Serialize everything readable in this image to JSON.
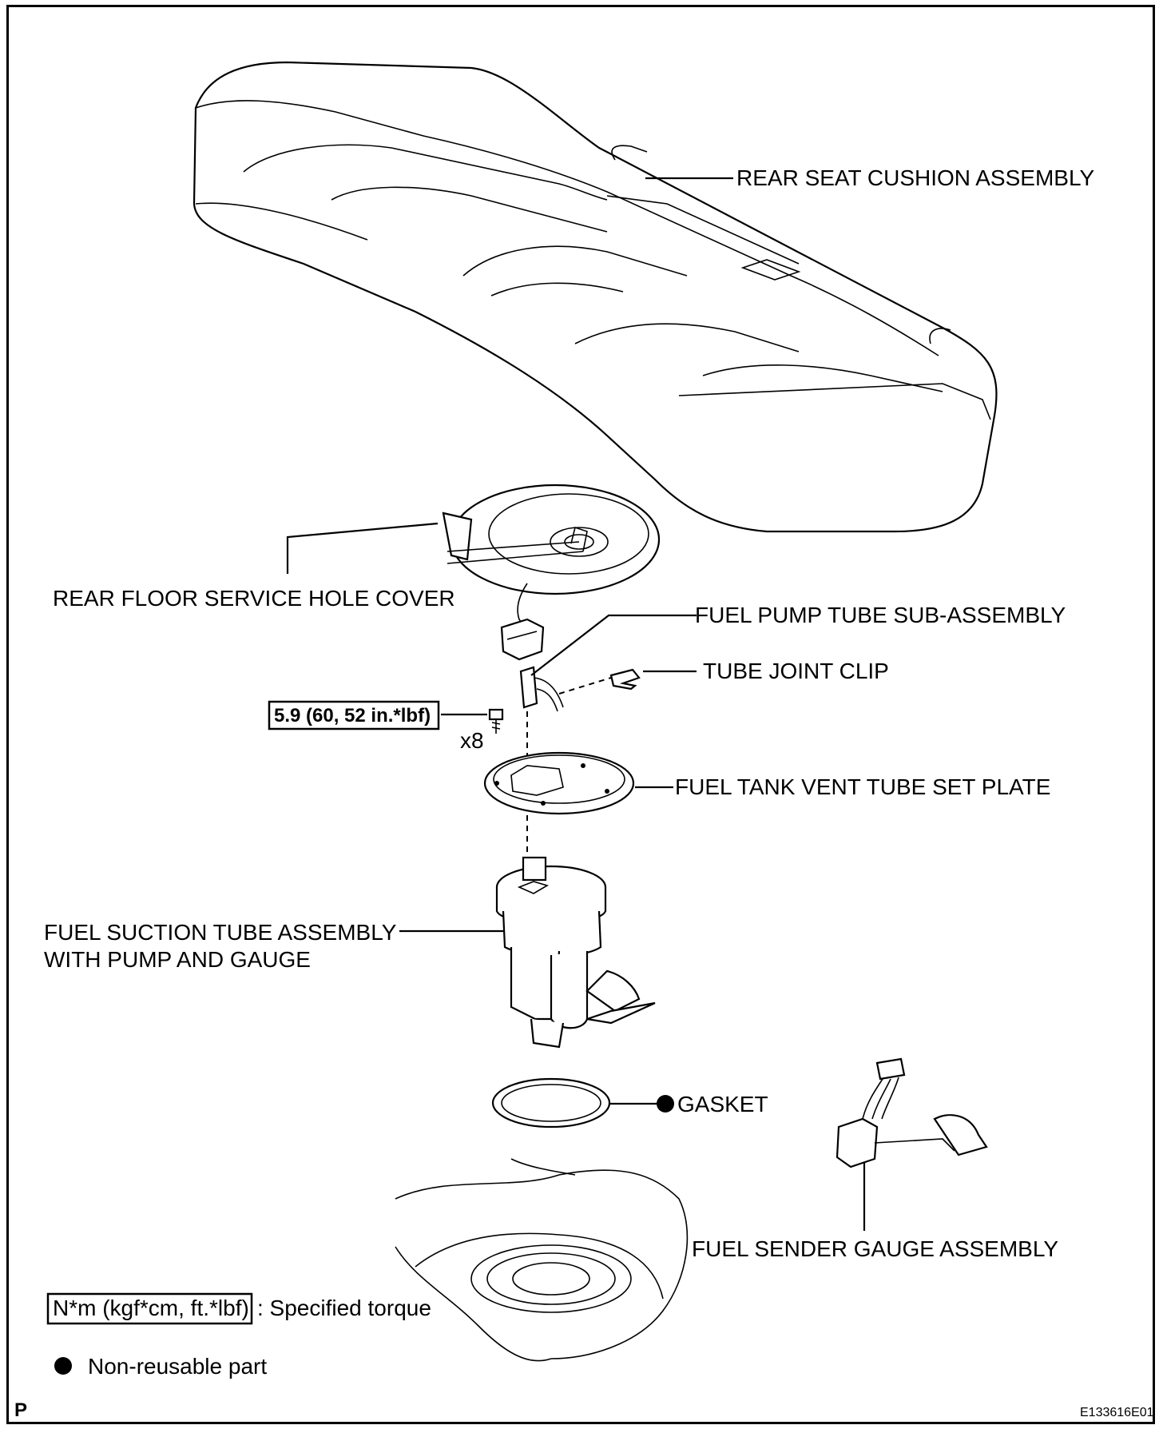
{
  "diagram": {
    "labels": {
      "rear_seat_cushion": "REAR SEAT CUSHION ASSEMBLY",
      "rear_floor_cover": "REAR FLOOR SERVICE HOLE COVER",
      "fuel_pump_tube": "FUEL PUMP TUBE SUB-ASSEMBLY",
      "tube_joint_clip": "TUBE JOINT CLIP",
      "torque_value": "5.9 (60, 52 in.*lbf)",
      "bolt_count": "x8",
      "vent_tube_plate": "FUEL TANK VENT TUBE SET PLATE",
      "suction_tube_line1": "FUEL SUCTION TUBE ASSEMBLY",
      "suction_tube_line2": "WITH PUMP AND GAUGE",
      "gasket": "GASKET",
      "sender_gauge": "FUEL SENDER GAUGE ASSEMBLY"
    },
    "legend": {
      "torque_box": "N*m (kgf*cm, ft.*lbf)",
      "torque_desc": ": Specified torque",
      "non_reusable": "Non-reusable part"
    },
    "footer": {
      "left_code": "P",
      "figure_id": "E133616E01"
    }
  }
}
